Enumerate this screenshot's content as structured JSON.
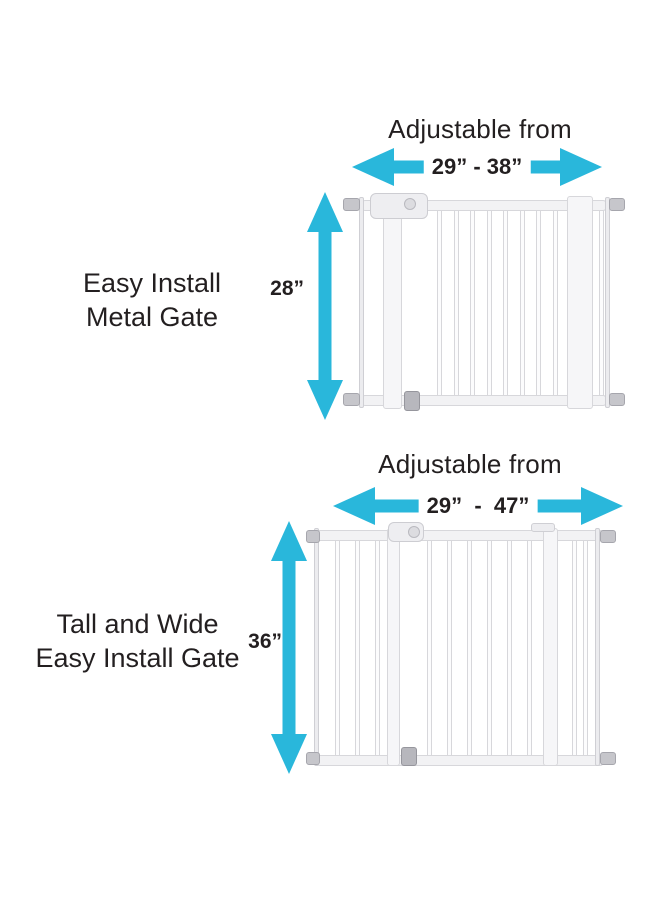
{
  "colors": {
    "arrow": "#29b7db",
    "ink": "#231f20",
    "gate_line": "#d7d7db",
    "knob": "#c6c6cb"
  },
  "sections": [
    {
      "product_line1": "Easy Install",
      "product_line2": "Metal Gate",
      "adjustable_label": "Adjustable from",
      "width_range": "29” - 38”",
      "height_label": "28”"
    },
    {
      "product_line1": "Tall and Wide",
      "product_line2": "Easy Install Gate",
      "adjustable_label": "Adjustable from",
      "width_range": "29”  -  47”",
      "height_label": "36”"
    }
  ]
}
